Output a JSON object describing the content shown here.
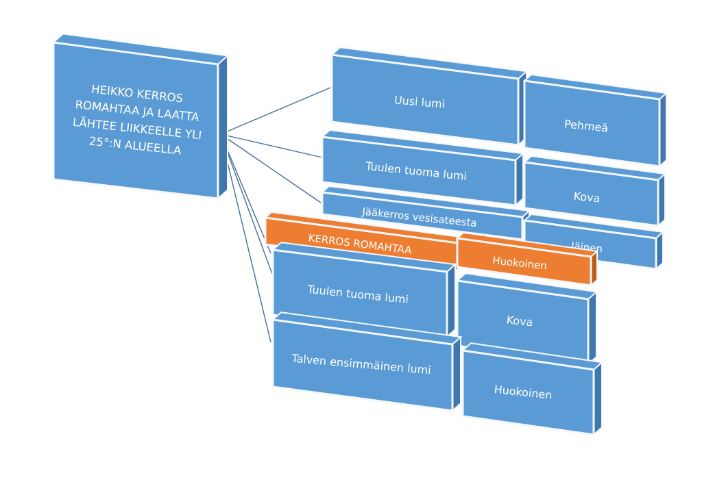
{
  "colors": {
    "blue": "#5b9bd5",
    "blue_dark": "#3f78ae",
    "orange": "#ed7d31",
    "orange_dark": "#c05c17",
    "edge": "#f4f7fb",
    "connector": "#3f6e9c",
    "text": "#ffffff"
  },
  "diagram": {
    "root": {
      "lines": [
        "HEIKKO KERROS",
        "ROMAHTAA JA LAATTA",
        "LÄHTEE LIIKKEELLE YLI",
        "25°:N ALUEELLA"
      ]
    },
    "layers": [
      {
        "label": "Uusi lumi",
        "property": "Pehmeä",
        "highlight": false
      },
      {
        "label": "Tuulen tuoma lumi",
        "property": "Kova",
        "highlight": false
      },
      {
        "label": "Jääkerros vesisateesta",
        "property": "Jäinen",
        "highlight": false
      },
      {
        "label": "KERROS ROMAHTAA",
        "property": "Huokoinen",
        "highlight": true
      },
      {
        "label": "Tuulen tuoma lumi",
        "property": "Kova",
        "highlight": false
      },
      {
        "label": "Talven ensimmäinen lumi",
        "property": "Huokoinen",
        "highlight": false
      }
    ]
  }
}
